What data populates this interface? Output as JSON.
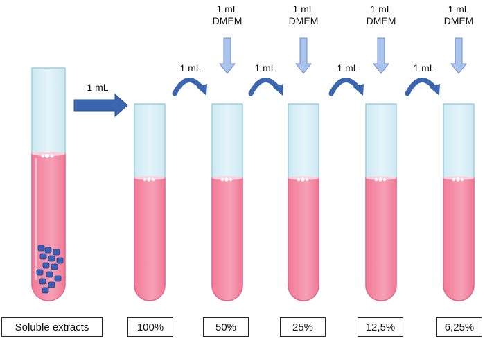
{
  "diagram": {
    "transfer_label": "1 mL",
    "dilution_arrow_label": "1 mL",
    "dmem_volume": "1 mL",
    "dmem_medium": "DMEM",
    "tubes": [
      {
        "label": "Soluble extracts"
      },
      {
        "label": "100%"
      },
      {
        "label": "50%"
      },
      {
        "label": "25%"
      },
      {
        "label": "12,5%"
      },
      {
        "label": "6,25%"
      }
    ]
  },
  "colors": {
    "liquid": "#f48aa4",
    "liquid_edge": "#e8688a",
    "glass": "#d6eef6",
    "glass_edge": "#9ccfe0",
    "arrow_dark": "#3a66b0",
    "arrow_light": "#aac4ec",
    "particles": "#3a5fb8"
  }
}
